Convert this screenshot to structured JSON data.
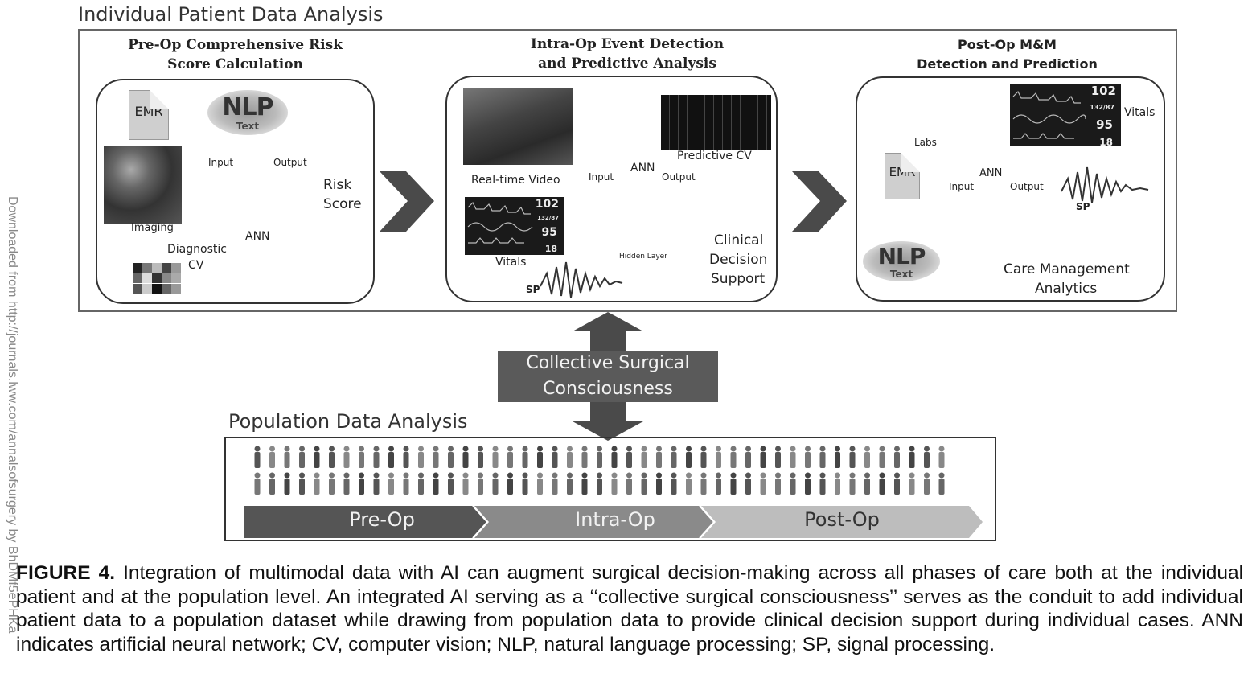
{
  "side_watermark": "Downloaded from http://journals.lww.com/annalsofsurgery by BhDMf5ePHKa",
  "individual_title": "Individual Patient Data Analysis",
  "panels": {
    "preop": {
      "title_line1": "Pre-Op Comprehensive Risk",
      "title_line2": "Score Calculation",
      "emr": "EMR",
      "nlp": "NLP",
      "nlp_text": "Text",
      "imaging": "Imaging",
      "input": "Input",
      "output": "Output",
      "ann": "ANN",
      "risk": "Risk",
      "score": "Score",
      "diagnostic": "Diagnostic",
      "cv": "CV"
    },
    "intraop": {
      "title_line1": "Intra-Op Event Detection",
      "title_line2": "and Predictive Analysis",
      "realtime_video": "Real-time Video",
      "predictive_cv": "Predictive CV",
      "ann": "ANN",
      "input": "Input",
      "output": "Output",
      "hidden_layer": "Hidden Layer",
      "vitals": "Vitals",
      "sp": "SP",
      "clinical": "Clinical",
      "decision": "Decision",
      "support": "Support",
      "monitor_hr": "102",
      "monitor_bp": "132/87",
      "monitor_spo2": "95",
      "monitor_rr": "18"
    },
    "postop": {
      "title_line1": "Post-Op M&M",
      "title_line2": "Detection and Prediction",
      "labs": "Labs",
      "vitals": "Vitals",
      "emr": "EMR",
      "ann": "ANN",
      "input": "Input",
      "output": "Output",
      "sp": "SP",
      "nlp": "NLP",
      "nlp_text": "Text",
      "care_line1": "Care Management",
      "care_line2": "Analytics",
      "monitor_hr": "102",
      "monitor_bp": "132/87",
      "monitor_spo2": "95",
      "monitor_rr": "18"
    }
  },
  "collective_line1": "Collective Surgical",
  "collective_line2": "Consciousness",
  "population_title": "Population Data Analysis",
  "phases": [
    "Pre-Op",
    "Intra-Op",
    "Post-Op"
  ],
  "caption": {
    "label": "FIGURE 4.",
    "text": " Integration of multimodal data with AI can augment surgical decision-making across all phases of care both at the individual patient and at the population level. An integrated AI serving as a ‘‘collective surgical consciousness’’ serves as the conduit to add individual patient data to a population dataset while drawing from population data to provide clinical decision support during individual cases. ANN indicates artificial neural network; CV, computer vision; NLP, natural language processing; SP, signal processing."
  },
  "colors": {
    "dark_arrow": "#4a4a4a",
    "phase_dark": "#555555",
    "phase_mid": "#8a8a8a",
    "phase_light": "#bdbdbd"
  }
}
